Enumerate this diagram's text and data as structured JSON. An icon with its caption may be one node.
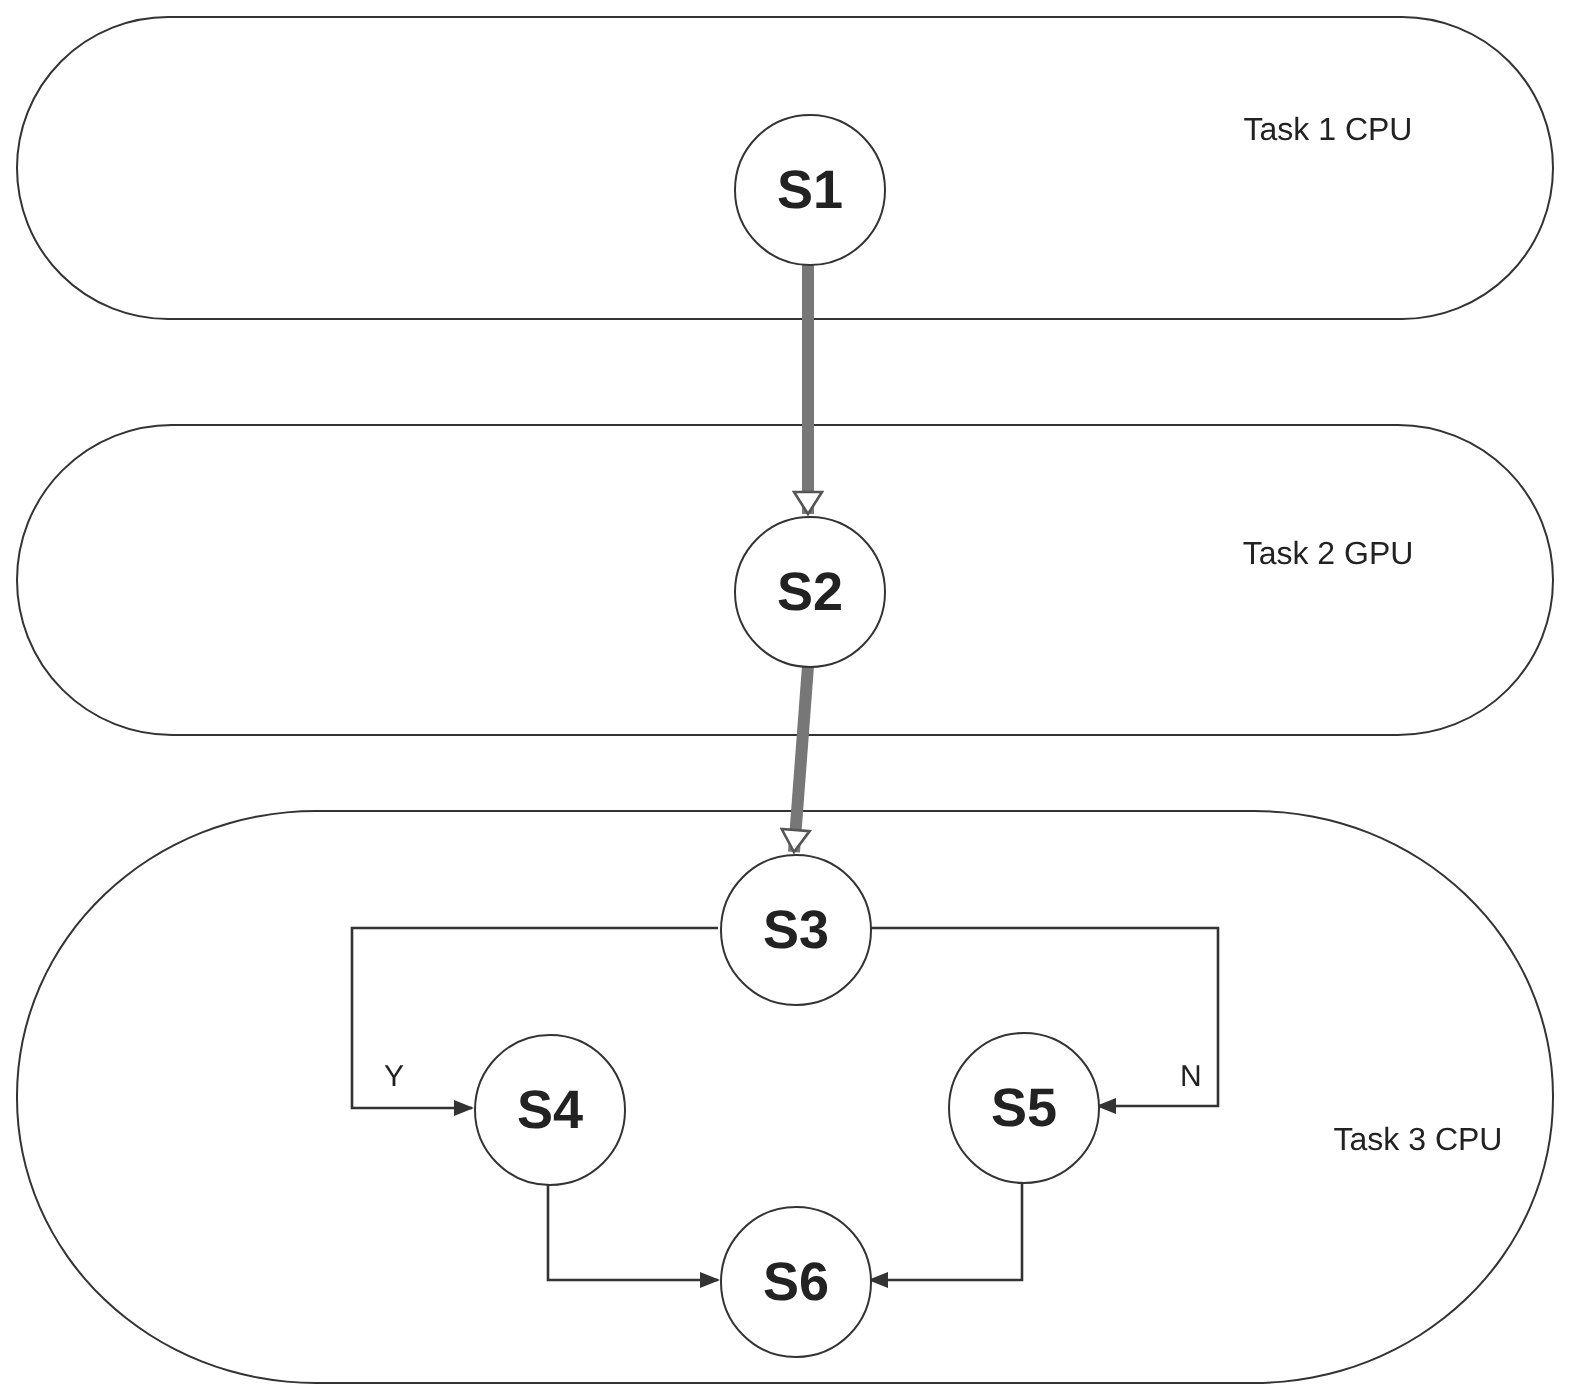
{
  "diagram": {
    "nodes": [
      {
        "text": [
          "Task 1 CPU"
        ]
      },
      {
        "text": [
          "S1"
        ],
        "in": 0
      },
      {
        "text": [
          "Task 2 GPU"
        ]
      },
      {
        "text": [
          "S2"
        ],
        "in": 2
      },
      {
        "text": [
          "Task 3 CPU"
        ]
      },
      {
        "text": [
          "S3"
        ],
        "in": 4
      },
      {
        "text": [
          "S4"
        ],
        "in": 4
      },
      {
        "text": [
          "S5"
        ],
        "in": 4
      },
      {
        "text": [
          "S6"
        ],
        "in": 4
      }
    ],
    "edges": [
      {
        "from": 1,
        "to": 3,
        "arrow": "to",
        "style": "thick"
      },
      {
        "from": 3,
        "to": 5,
        "arrow": "to",
        "style": "thick"
      },
      {
        "from": 5,
        "to": 6,
        "arrow": "to",
        "label": "Y"
      },
      {
        "from": 5,
        "to": 7,
        "arrow": "to",
        "label": "N"
      },
      {
        "from": 6,
        "to": 8,
        "arrow": "to"
      },
      {
        "from": 7,
        "to": 8,
        "arrow": "to"
      }
    ]
  }
}
